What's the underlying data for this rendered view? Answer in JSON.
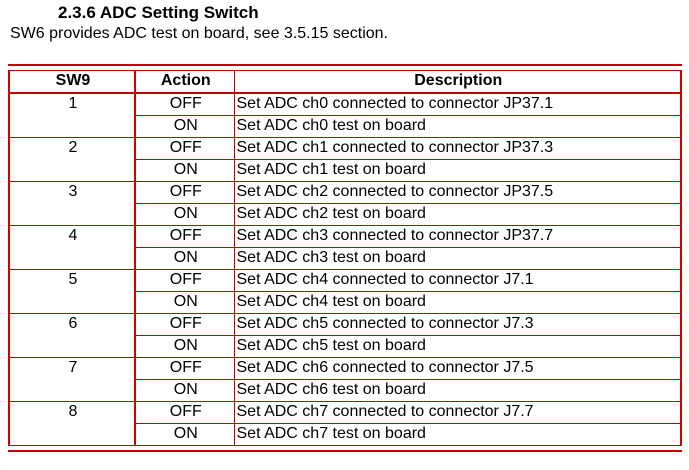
{
  "heading": "2.3.6 ADC Setting Switch",
  "intro": "SW6 provides ADC test on board, see 3.5.15 section.",
  "table": {
    "headers": [
      "SW9",
      "Action",
      "Description"
    ],
    "groups": [
      {
        "sw": "1",
        "rows": [
          {
            "action": "OFF",
            "description": "Set ADC ch0 connected to connector JP37.1"
          },
          {
            "action": "ON",
            "description": "Set ADC ch0 test on board"
          }
        ]
      },
      {
        "sw": "2",
        "rows": [
          {
            "action": "OFF",
            "description": "Set ADC ch1 connected to connector JP37.3"
          },
          {
            "action": "ON",
            "description": "Set ADC ch1 test on board"
          }
        ]
      },
      {
        "sw": "3",
        "rows": [
          {
            "action": "OFF",
            "description": "Set ADC ch2 connected to connector JP37.5"
          },
          {
            "action": "ON",
            "description": "Set ADC ch2 test on board"
          }
        ]
      },
      {
        "sw": "4",
        "rows": [
          {
            "action": "OFF",
            "description": "Set ADC ch3 connected to connector JP37.7"
          },
          {
            "action": "ON",
            "description": "Set ADC ch3 test on board"
          }
        ]
      },
      {
        "sw": "5",
        "rows": [
          {
            "action": "OFF",
            "description": "Set ADC ch4 connected to connector J7.1"
          },
          {
            "action": "ON",
            "description": "Set ADC ch4 test on board"
          }
        ]
      },
      {
        "sw": "6",
        "rows": [
          {
            "action": "OFF",
            "description": "Set ADC ch5 connected to connector J7.3"
          },
          {
            "action": "ON",
            "description": "Set ADC ch5 test on board"
          }
        ]
      },
      {
        "sw": "7",
        "rows": [
          {
            "action": "OFF",
            "description": "Set ADC ch6 connected to connector J7.5"
          },
          {
            "action": "ON",
            "description": "Set ADC ch6 test on board"
          }
        ]
      },
      {
        "sw": "8",
        "rows": [
          {
            "action": "OFF",
            "description": "Set ADC ch7 connected to connector J7.7"
          },
          {
            "action": "ON",
            "description": "Set ADC ch7 test on board"
          }
        ]
      }
    ]
  },
  "colors": {
    "border": "#cc0000",
    "text": "#000000"
  }
}
